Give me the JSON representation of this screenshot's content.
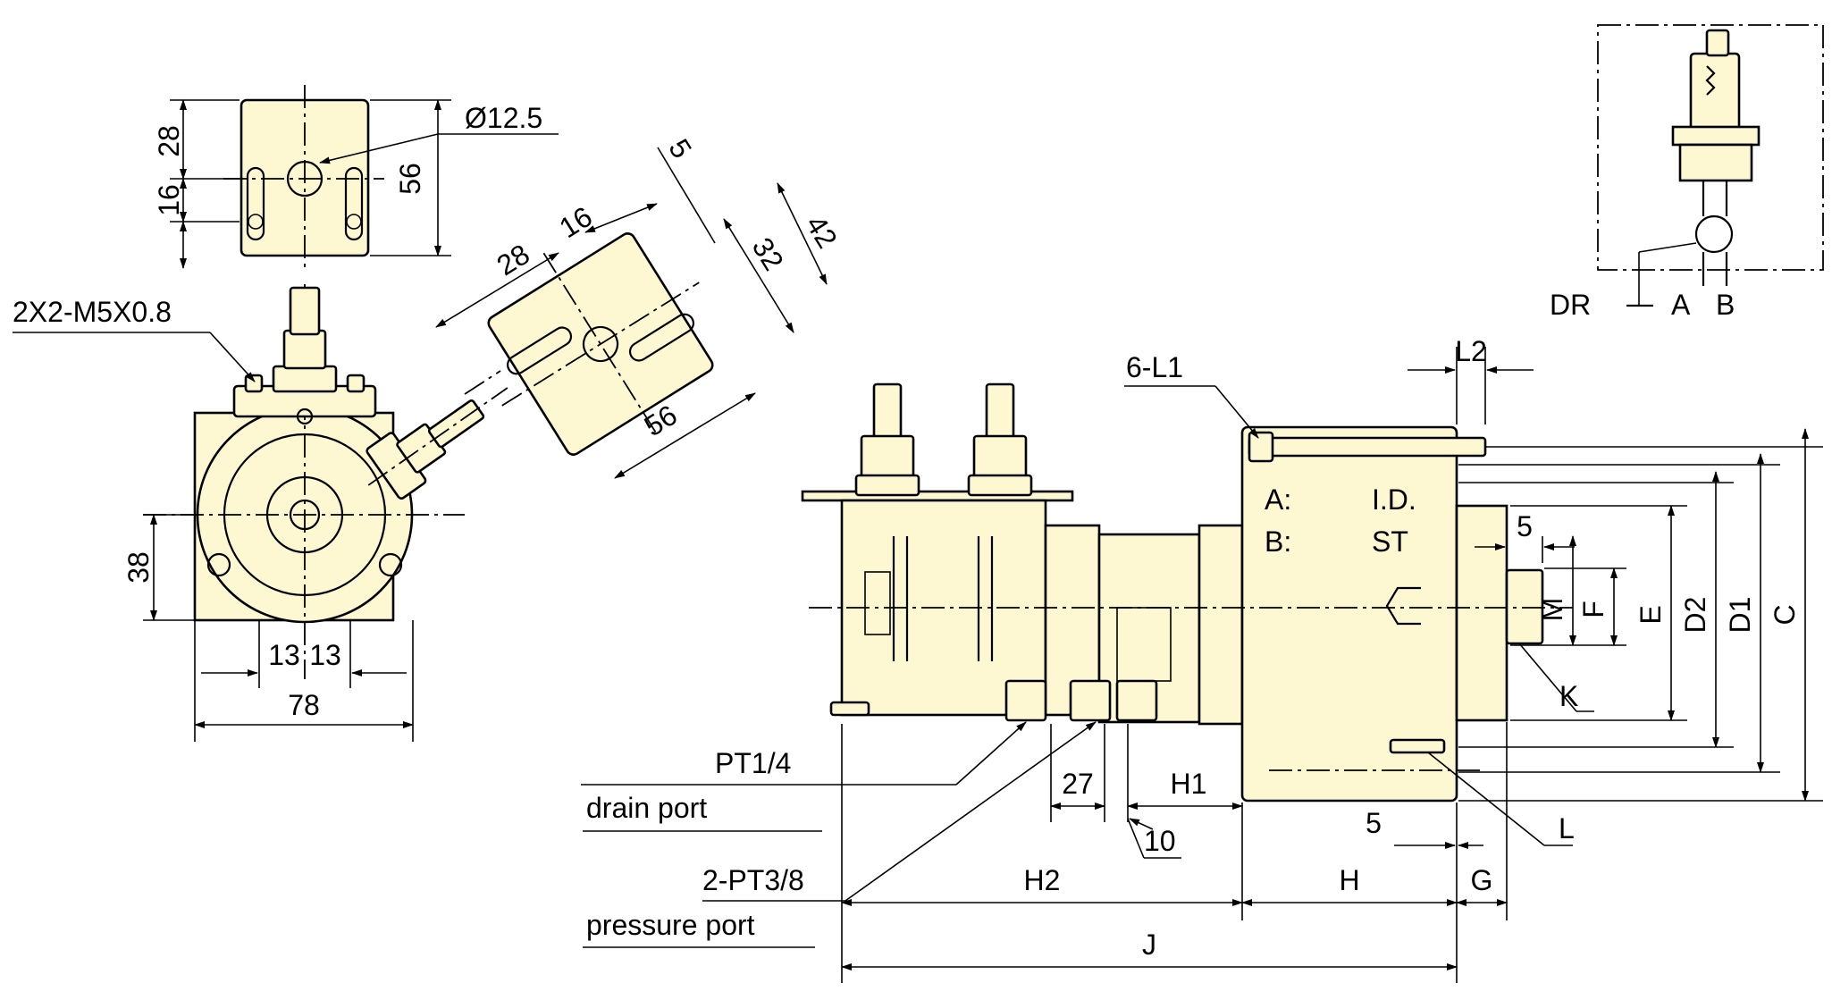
{
  "top_view": {
    "dim_28": "28",
    "dim_16": "16",
    "dim_56": "56",
    "dim_bore": "Ø12.5"
  },
  "left_view": {
    "thread_note": "2X2-M5X0.8",
    "dim_38": "38",
    "dim_13_left": "13",
    "dim_13_right": "13",
    "dim_78": "78"
  },
  "rotated_view": {
    "dim_28": "28",
    "dim_16": "16",
    "dim_5": "5",
    "dim_32": "32",
    "dim_42": "42",
    "dim_56": "56"
  },
  "side_view": {
    "bolt_note": "6-L1",
    "body_label_a": "A:",
    "body_label_b": "B:",
    "body_value_a": "I.D.",
    "body_value_b": "ST",
    "dims": {
      "L2": "L2",
      "five_top": "5",
      "M": "M",
      "F": "F",
      "E": "E",
      "D2": "D2",
      "D1": "D1",
      "C": "C",
      "K": "K",
      "L": "L",
      "five_bottom": "5",
      "G": "G",
      "H": "H",
      "H1": "H1",
      "H2": "H2",
      "J": "J",
      "d27": "27",
      "d10": "10"
    },
    "callouts": {
      "drain_thread": "PT1/4",
      "drain_label": "drain port",
      "pressure_thread": "2-PT3/8",
      "pressure_label": "pressure port"
    }
  },
  "symbol": {
    "port_dr": "DR",
    "port_a": "A",
    "port_b": "B"
  },
  "colors": {
    "part_fill": "#fdf7d2",
    "line": "#000000"
  }
}
